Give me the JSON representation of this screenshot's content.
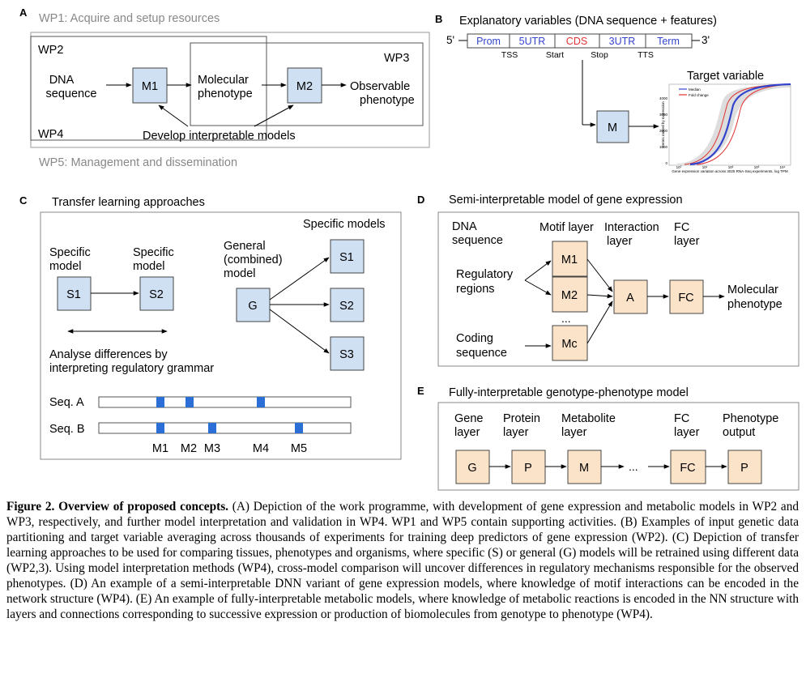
{
  "panelA": {
    "letter": "A",
    "wp1": "WP1: Acquire and setup resources",
    "wp2": "WP2",
    "wp3": "WP3",
    "wp4": "WP4",
    "wp5": "WP5: Management and dissemination",
    "dna_l1": "DNA",
    "dna_l2": "sequence",
    "m1": "M1",
    "mol_l1": "Molecular",
    "mol_l2": "phenotype",
    "m2": "M2",
    "obs_l1": "Observable",
    "obs_l2": "phenotype",
    "develop": "Develop interpretable models"
  },
  "panelB": {
    "letter": "B",
    "title": "Explanatory variables (DNA sequence + features)",
    "five_prime": "5'",
    "three_prime": "3'",
    "segments": [
      {
        "label": "Prom",
        "color": "#3344cc"
      },
      {
        "label": "5UTR",
        "color": "#3344cc"
      },
      {
        "label": "CDS",
        "color": "#e03333"
      },
      {
        "label": "3UTR",
        "color": "#3344cc"
      },
      {
        "label": "Term",
        "color": "#3344cc"
      }
    ],
    "markers": [
      "TSS",
      "Start",
      "Stop",
      "TTS"
    ],
    "m": "M",
    "target": "Target variable",
    "legend_median": "Median",
    "legend_fold": "Fold change",
    "plot_ylabel": "Genes ranked by expression",
    "plot_xlabel": "Gene expression variation across 3025 RNA-Seq experiments, log TPM",
    "y_ticks": [
      "4000",
      "3000",
      "2000",
      "1000",
      "0"
    ],
    "x_ticks": [
      "10⁰",
      "10¹",
      "10²",
      "10³",
      "10⁴"
    ]
  },
  "panelC": {
    "letter": "C",
    "title": "Transfer learning approaches",
    "specific_models": "Specific models",
    "specific1_l1": "Specific",
    "specific1_l2": "model",
    "specific2_l1": "Specific",
    "specific2_l2": "model",
    "general_l1": "General",
    "general_l2": "(combined)",
    "general_l3": "model",
    "s1": "S1",
    "s2": "S2",
    "g": "G",
    "sr1": "S1",
    "sr2": "S2",
    "sr3": "S3",
    "analyse_l1": "Analyse differences by",
    "analyse_l2": "interpreting regulatory grammar",
    "seqA": "Seq. A",
    "seqB": "Seq. B",
    "motifs": [
      "M1",
      "M2",
      "M3",
      "M4",
      "M5"
    ]
  },
  "panelD": {
    "letter": "D",
    "title": "Semi-interpretable model of gene expression",
    "dna_l1": "DNA",
    "dna_l2": "sequence",
    "motif_layer": "Motif layer",
    "inter_l1": "Interaction",
    "inter_l2": "layer",
    "fc_l1": "FC",
    "fc_l2": "layer",
    "reg_l1": "Regulatory",
    "reg_l2": "regions",
    "coding_l1": "Coding",
    "coding_l2": "sequence",
    "m1": "M1",
    "m2": "M2",
    "dots": "...",
    "mc": "Mc",
    "a": "A",
    "fc": "FC",
    "mol_l1": "Molecular",
    "mol_l2": "phenotype"
  },
  "panelE": {
    "letter": "E",
    "title": "Fully-interpretable genotype-phenotype model",
    "gene_l1": "Gene",
    "gene_l2": "layer",
    "protein_l1": "Protein",
    "protein_l2": "layer",
    "metab_l1": "Metabolite",
    "metab_l2": "layer",
    "fc_l1": "FC",
    "fc_l2": "layer",
    "pheno_l1": "Phenotype",
    "pheno_l2": "output",
    "g": "G",
    "p": "P",
    "m": "M",
    "dots": "...",
    "fc": "FC",
    "p2": "P"
  },
  "caption": {
    "title": "Figure 2. Overview of proposed concepts.",
    "body": " (A) Depiction of the work programme, with development of gene expression and metabolic models in WP2 and WP3, respectively, and further model interpretation and validation in WP4. WP1 and WP5 contain supporting activities. (B) Examples of input genetic data partitioning and target variable averaging across thousands of experiments for training deep predictors of gene expression (WP2). (C) Depiction of transfer learning approaches to be used for comparing tissues, phenotypes and organisms, where specific (S) or general (G) models will be retrained using different data (WP2,3). Using model interpretation methods (WP4), cross-model comparison will uncover differences in regulatory mechanisms responsible for the observed phenotypes. (D) An example of a semi-interpretable DNN variant of gene expression models, where knowledge of motif interactions can be encoded in the network structure (WP4). (E) An example of fully-interpretable metabolic models, where knowledge of metabolic reactions is encoded in the NN structure with layers and connections corresponding to successive expression or production of biomolecules from genotype to phenotype (WP4)."
  }
}
